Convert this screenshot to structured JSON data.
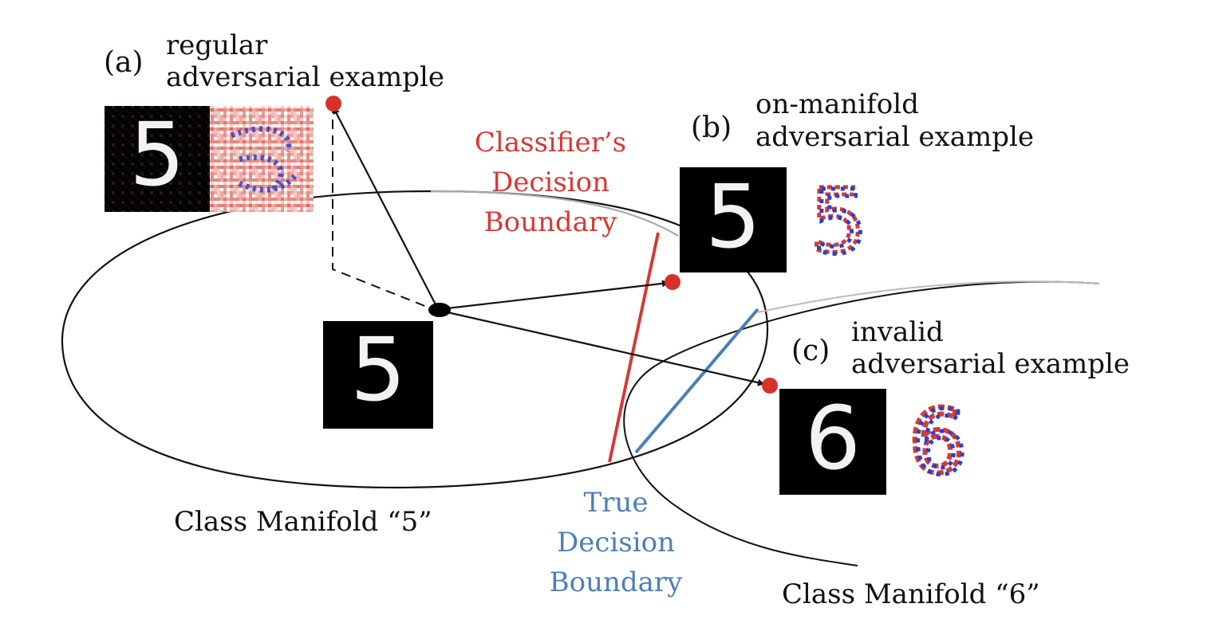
{
  "colors": {
    "black": "#111111",
    "classifier_red": "#d43a36",
    "true_blue": "#4a7fb8",
    "point_red": "#d6322b",
    "digit_bg": "#000000",
    "digit_stroke": "#f2f2f2",
    "pert_red": "#d63b33",
    "pert_blue": "#2a3fd0",
    "pert_pink": "#f1b9b4"
  },
  "labels": {
    "a_tag": "(a)",
    "a_line1": "regular",
    "a_line2": "adversarial example",
    "b_tag": "(b)",
    "b_line1": "on-manifold",
    "b_line2": "adversarial example",
    "c_tag": "(c)",
    "c_line1": "invalid",
    "c_line2": "adversarial example",
    "classifier_line1": "Classifier’s",
    "classifier_line2": "Decision",
    "classifier_line3": "Boundary",
    "true_line1": "True",
    "true_line2": "Decision",
    "true_line3": "Boundary",
    "manifold5": "Class Manifold “5”",
    "manifold6": "Class Manifold “6”"
  },
  "digits": {
    "center": "5",
    "a": "5",
    "b": "5",
    "b_pert": "5",
    "c": "6",
    "c_pert": "6"
  },
  "icons": {
    "a_perturbation": "noise-perturbation-heatmap",
    "b_perturbation": "digit-perturbation-heatmap",
    "c_perturbation": "digit-perturbation-heatmap"
  }
}
